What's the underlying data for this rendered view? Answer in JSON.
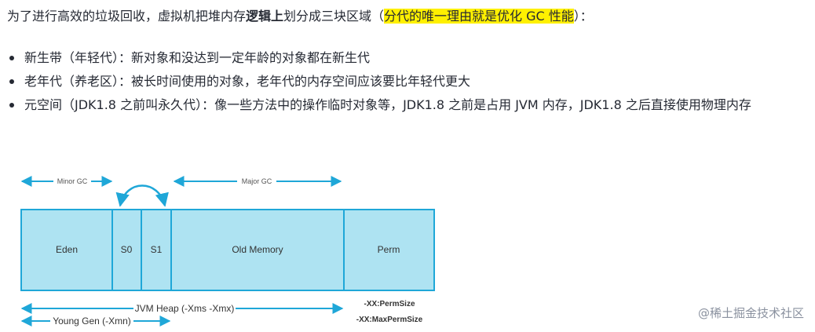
{
  "intro": {
    "part1": "为了进行高效的垃圾回收，虚拟机把堆内存",
    "bold": "逻辑上",
    "part2": "划分成三块区域（",
    "highlight": "分代的唯一理由就是优化 GC 性能",
    "part3": "）："
  },
  "bullets": [
    "新生带（年轻代）：新对象和没达到一定年龄的对象都在新生代",
    "老年代（养老区）：被长时间使用的对象，老年代的内存空间应该要比年轻代更大",
    "元空间（JDK1.8 之前叫永久代）：像一些方法中的操作临时对象等，JDK1.8 之前是占用 JVM 内存，JDK1.8 之后直接使用物理内存"
  ],
  "diagram": {
    "minor_gc": "Minor GC",
    "major_gc": "Major GC",
    "regions": [
      "Eden",
      "S0",
      "S1",
      "Old Memory",
      "Perm"
    ],
    "jvm_heap": "JVM Heap (-Xms -Xmx)",
    "young_gen": "Young Gen (-Xmn)",
    "perm_size": "-XX:PermSize",
    "max_perm_size": "-XX:MaxPermSize",
    "fill_color": "#aee3f2",
    "stroke_color": "#1fa7d8"
  },
  "watermark": "@稀土掘金技术社区"
}
